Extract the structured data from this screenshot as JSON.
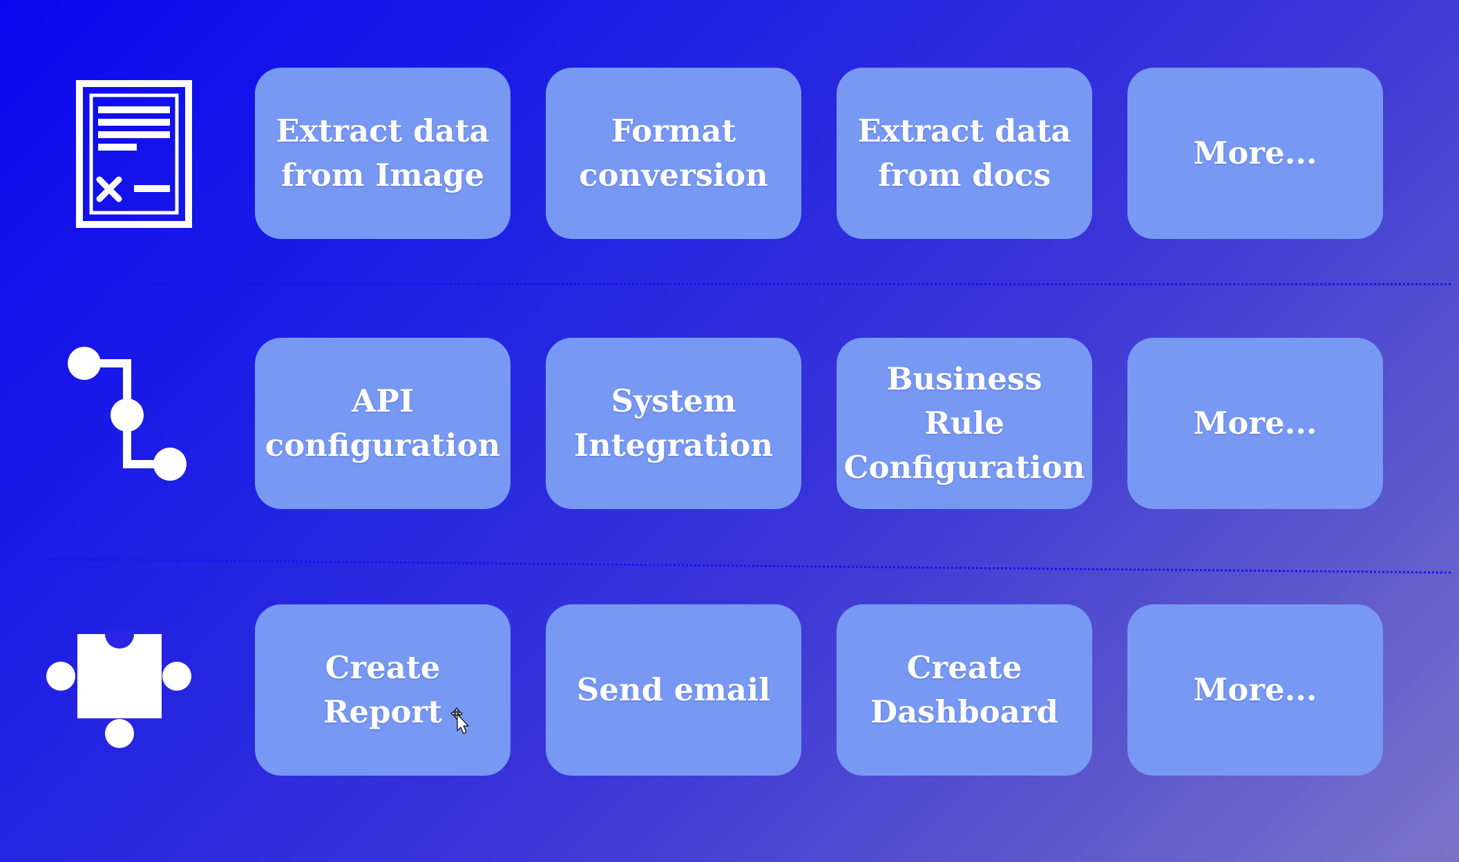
{
  "colors": {
    "background_start": "#0a07ef",
    "background_end": "#7a75c8",
    "tile": "#7799f4",
    "text": "#ffffff",
    "divider": "#1a10f0"
  },
  "rows": [
    {
      "icon": "document-icon",
      "tiles": [
        {
          "label": "Extract data\nfrom Image"
        },
        {
          "label": "Format\nconversion"
        },
        {
          "label": "Extract data\nfrom docs"
        },
        {
          "label": "More..."
        }
      ]
    },
    {
      "icon": "workflow-icon",
      "tiles": [
        {
          "label": "API\nconfiguration"
        },
        {
          "label": "System\nIntegration"
        },
        {
          "label": "Business Rule\nConfiguration"
        },
        {
          "label": "More..."
        }
      ]
    },
    {
      "icon": "puzzle-piece-icon",
      "tiles": [
        {
          "label": "Create Report"
        },
        {
          "label": "Send email"
        },
        {
          "label": "Create\nDashboard"
        },
        {
          "label": "More..."
        }
      ]
    }
  ],
  "cursor": "move-cursor-icon"
}
